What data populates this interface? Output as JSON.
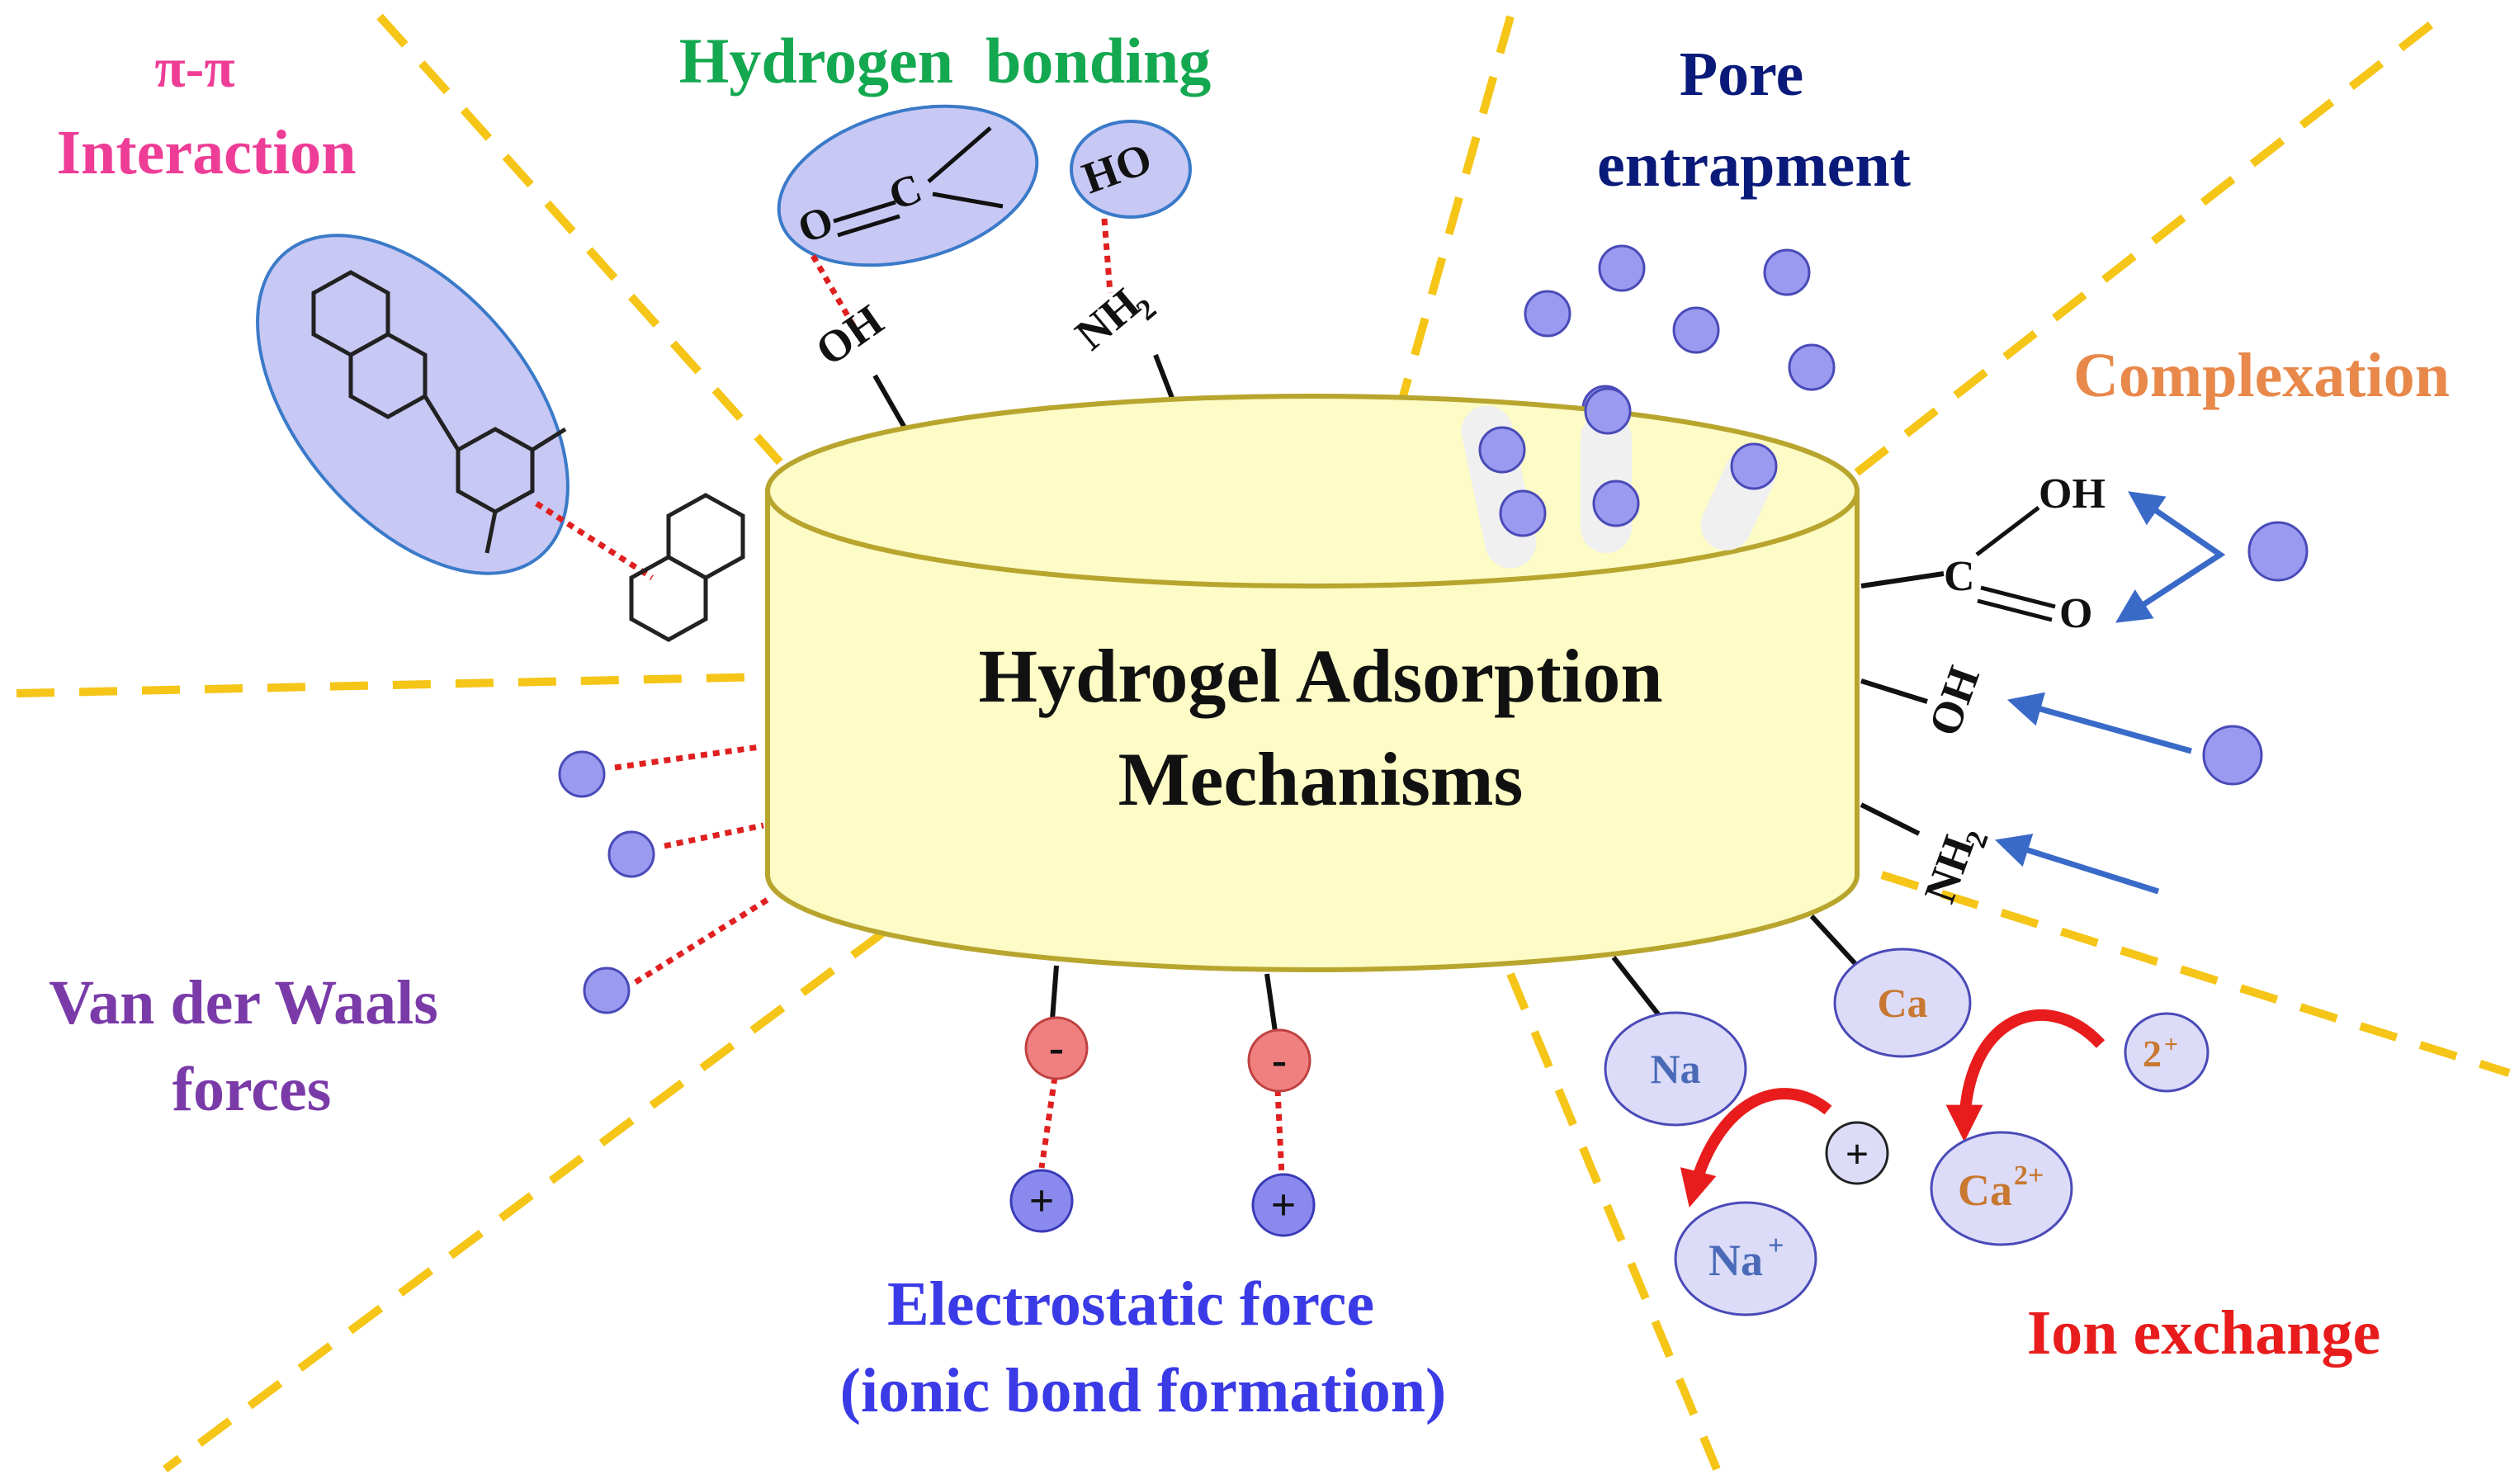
{
  "center": {
    "title_line1": "Hydrogel Adsorption",
    "title_line2": "Mechanisms"
  },
  "mechanisms": {
    "pi_pi": {
      "line1": "π-π",
      "line2": "Interaction",
      "color": "#ee3d96"
    },
    "hydrogen": {
      "label": "Hydrogen  bonding",
      "color": "#14a850"
    },
    "pore": {
      "line1": "Pore",
      "line2": "entrapment",
      "color": "#0a1a7a"
    },
    "complexation": {
      "label": "Complexation",
      "color": "#e8884a"
    },
    "ion_exchange": {
      "label": "Ion exchange",
      "color": "#e81c1c"
    },
    "electrostatic": {
      "line1": "Electrostatic force",
      "line2": "(ionic bond formation)",
      "color": "#3a3ae6"
    },
    "vdw": {
      "line1": "Van der Waals",
      "line2": "forces",
      "color": "#7a3aa8"
    }
  },
  "chemistry": {
    "oh": "OH",
    "ho": "HO",
    "nh": "NH",
    "sub2": "2",
    "c": "C",
    "o": "O",
    "na": "Na",
    "ca": "Ca",
    "na_ion": "Na",
    "na_ion_sup": "+",
    "ca_ion": "Ca",
    "ca_ion_sup": "2+",
    "plus": "+",
    "minus": "-",
    "charge_2plus": "2",
    "charge_2plus_sup": "+"
  },
  "colors": {
    "divider": "#f5c518",
    "cylinder_fill": "#fdfbc6",
    "cylinder_stroke": "#b8a52e",
    "bubble_fill": "#9a9af0",
    "bubble_stroke": "#4a4ab8",
    "ellipse_fill": "#c8c8f5",
    "ellipse_stroke": "#3a7ac8",
    "minus_fill": "#f08080",
    "arrow_blue": "#3a6ac8",
    "arrow_red": "#e81c1c",
    "ion_fill": "#dcdcf8",
    "na_text": "#4a6ab8",
    "ca_text": "#c87830"
  }
}
